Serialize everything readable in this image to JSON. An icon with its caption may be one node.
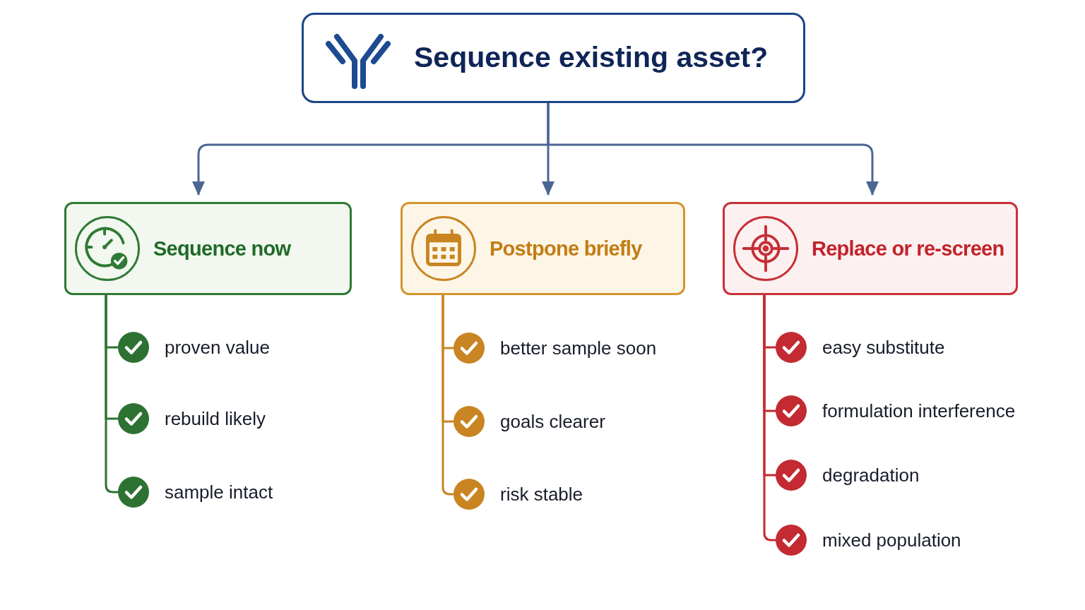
{
  "diagram": {
    "nodes": [
      {
        "text": [
          "Sequence existing asset?"
        ]
      },
      {
        "text": [
          "Sequence now"
        ]
      },
      {
        "text": [
          "Postpone briefly"
        ]
      },
      {
        "text": [
          "Replace or re-screen"
        ]
      },
      {
        "text": [
          "proven value"
        ]
      },
      {
        "text": [
          "rebuild likely"
        ]
      },
      {
        "text": [
          "sample intact"
        ]
      },
      {
        "text": [
          "better sample soon"
        ]
      },
      {
        "text": [
          "goals clearer"
        ]
      },
      {
        "text": [
          "risk stable"
        ]
      },
      {
        "text": [
          "easy substitute"
        ]
      },
      {
        "text": [
          "formulation interference"
        ]
      },
      {
        "text": [
          "degradation"
        ]
      },
      {
        "text": [
          "mixed population"
        ]
      }
    ],
    "edges": [
      {
        "from": 0,
        "to": 1,
        "arrow": "to",
        "color": "#4b6594"
      },
      {
        "from": 0,
        "to": 2,
        "arrow": "to",
        "color": "#4b6594"
      },
      {
        "from": 0,
        "to": 3,
        "arrow": "to",
        "color": "#4b6594"
      },
      {
        "from": 1,
        "to": 4,
        "arrow": "none",
        "color": "#2e7233"
      },
      {
        "from": 1,
        "to": 5,
        "arrow": "none",
        "color": "#2e7233"
      },
      {
        "from": 1,
        "to": 6,
        "arrow": "none",
        "color": "#2e7233"
      },
      {
        "from": 2,
        "to": 7,
        "arrow": "none",
        "color": "#c98522"
      },
      {
        "from": 2,
        "to": 8,
        "arrow": "none",
        "color": "#c98522"
      },
      {
        "from": 2,
        "to": 9,
        "arrow": "none",
        "color": "#c98522"
      },
      {
        "from": 3,
        "to": 10,
        "arrow": "none",
        "color": "#c32a31"
      },
      {
        "from": 3,
        "to": 11,
        "arrow": "none",
        "color": "#c32a31"
      },
      {
        "from": 3,
        "to": 12,
        "arrow": "none",
        "color": "#c32a31"
      },
      {
        "from": 3,
        "to": 13,
        "arrow": "none",
        "color": "#c32a31"
      }
    ]
  }
}
